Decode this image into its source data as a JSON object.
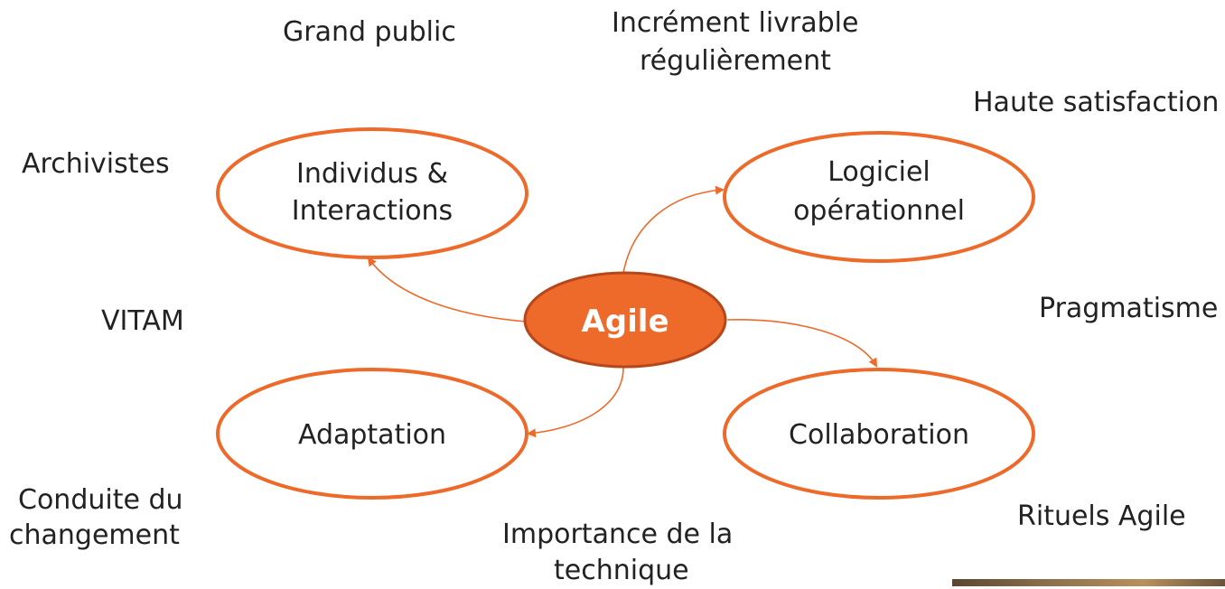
{
  "diagram": {
    "center": {
      "label": "Agile"
    },
    "nodes": [
      {
        "id": "individus",
        "lines": [
          "Individus &",
          "Interactions"
        ]
      },
      {
        "id": "logiciel",
        "lines": [
          "Logiciel",
          "opérationnel"
        ]
      },
      {
        "id": "adaptation",
        "lines": [
          "Adaptation"
        ]
      },
      {
        "id": "collaboration",
        "lines": [
          "Collaboration"
        ]
      }
    ],
    "colors": {
      "accent": "#ee6a2a",
      "accent_dark": "#b5471a",
      "text": "#222222"
    }
  },
  "notes": {
    "grand_public": "Grand public",
    "increment_line1": "Incrément livrable",
    "increment_line2": "régulièrement",
    "haute_satisfaction": "Haute satisfaction",
    "archivistes": "Archivistes",
    "vitam": "VITAM",
    "pragmatisme": "Pragmatisme",
    "conduite_line1": "Conduite du",
    "conduite_line2": "changement",
    "rituels": "Rituels Agile",
    "importance_line1": "Importance de la",
    "importance_line2": "technique"
  }
}
